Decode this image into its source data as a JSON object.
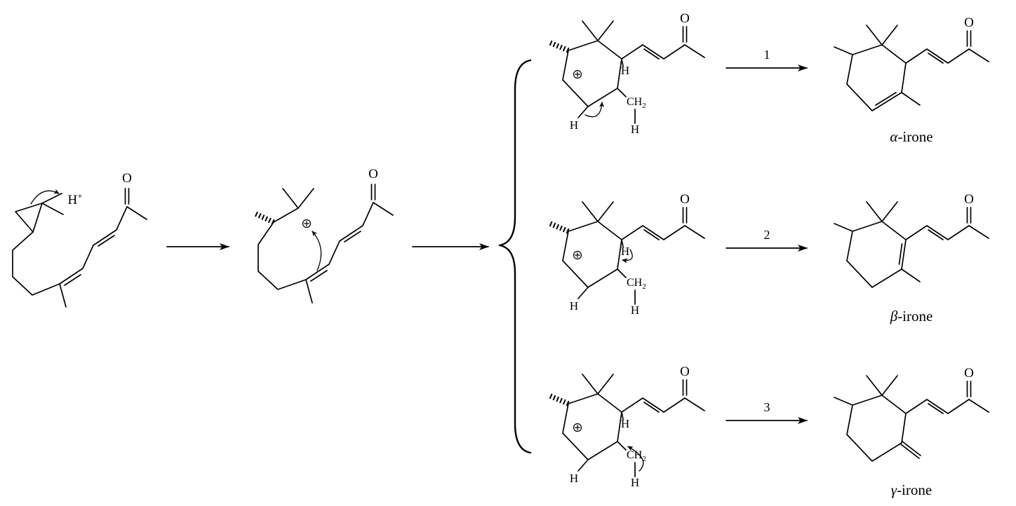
{
  "figure": {
    "proton": {
      "element": "H",
      "charge": "+"
    },
    "atoms": {
      "oxygen": "O",
      "hydrogen": "H",
      "methylene_prefix": "CH",
      "methylene_sub": "2"
    },
    "icons": {
      "charge": "circled-plus"
    },
    "steps": [
      "1",
      "2",
      "3"
    ],
    "products": [
      {
        "greek": "α",
        "suffix": "-irone"
      },
      {
        "greek": "β",
        "suffix": "-irone"
      },
      {
        "greek": "γ",
        "suffix": "-irone"
      }
    ],
    "colors": {
      "ink": "#000000",
      "background": "#ffffff"
    }
  }
}
